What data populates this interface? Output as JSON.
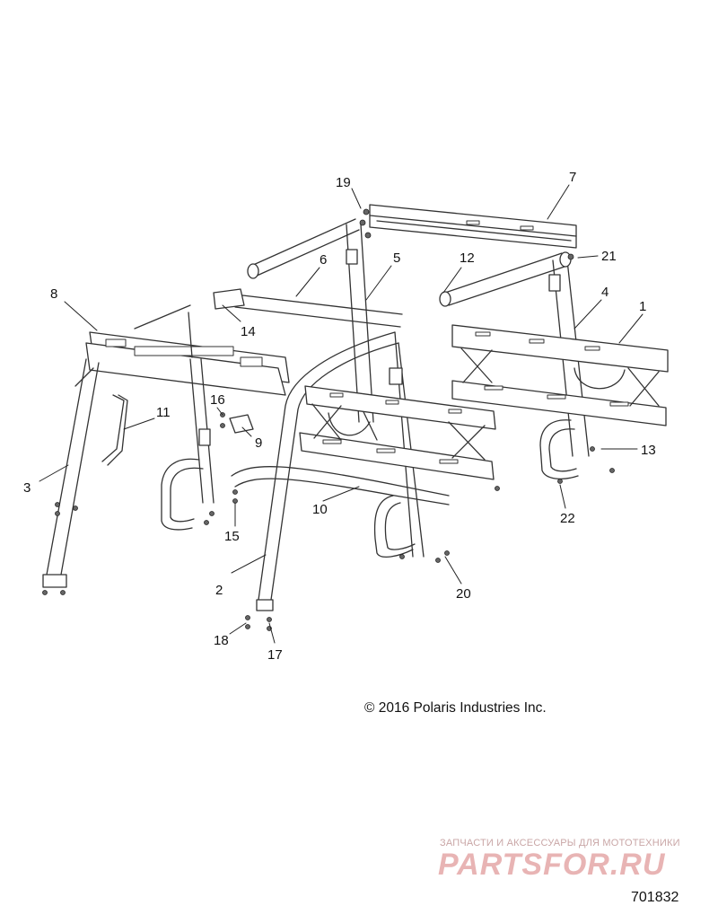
{
  "diagram": {
    "callouts": [
      {
        "id": "c1",
        "label": "1"
      },
      {
        "id": "c2",
        "label": "2"
      },
      {
        "id": "c3",
        "label": "3"
      },
      {
        "id": "c4",
        "label": "4"
      },
      {
        "id": "c5",
        "label": "5"
      },
      {
        "id": "c6",
        "label": "6"
      },
      {
        "id": "c7",
        "label": "7"
      },
      {
        "id": "c8",
        "label": "8"
      },
      {
        "id": "c9",
        "label": "9"
      },
      {
        "id": "c10",
        "label": "10"
      },
      {
        "id": "c11",
        "label": "11"
      },
      {
        "id": "c12",
        "label": "12"
      },
      {
        "id": "c13",
        "label": "13"
      },
      {
        "id": "c14",
        "label": "14"
      },
      {
        "id": "c15",
        "label": "15"
      },
      {
        "id": "c16",
        "label": "16"
      },
      {
        "id": "c17",
        "label": "17"
      },
      {
        "id": "c18",
        "label": "18"
      },
      {
        "id": "c19",
        "label": "19"
      },
      {
        "id": "c20",
        "label": "20"
      },
      {
        "id": "c21",
        "label": "21"
      },
      {
        "id": "c22",
        "label": "22"
      }
    ],
    "copyright": "© 2016 Polaris Industries Inc.",
    "figure_number": "701832"
  },
  "watermark": {
    "tagline": "ЗАПЧАСТИ И АКСЕССУАРЫ ДЛЯ МОТОТЕХНИКИ",
    "logo_text": "PARTSFOR.RU"
  }
}
